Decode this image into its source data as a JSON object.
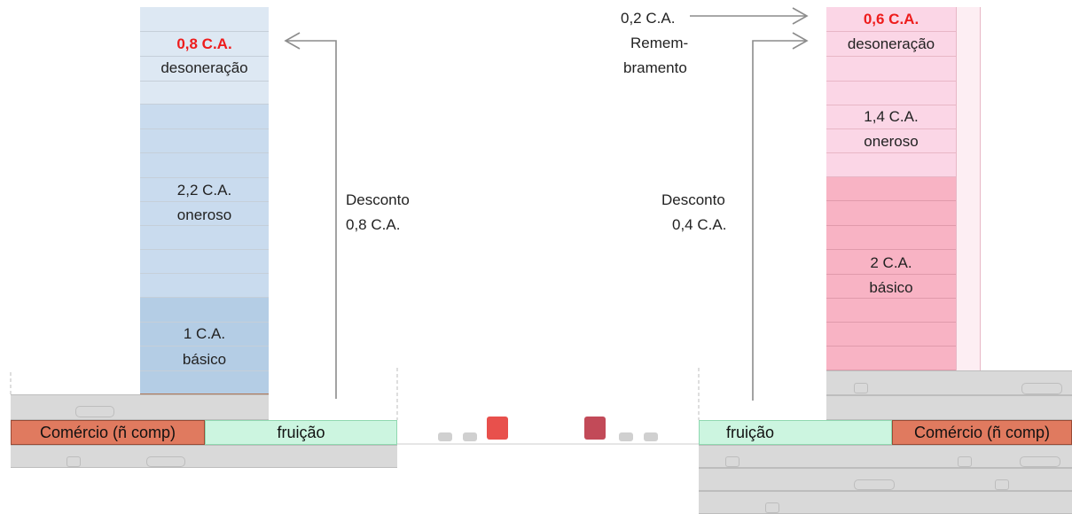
{
  "left_building": {
    "top_value": "0,8 C.A.",
    "top_desc": "desoneração",
    "mid_value": "2,2 C.A.",
    "mid_desc": "oneroso",
    "low_value": "1 C.A.",
    "low_desc": "básico",
    "discount_title": "Desconto",
    "discount_value": "0,8 C.A.",
    "commerce": "Comércio (ñ comp)",
    "fruicao": "fruição"
  },
  "right_building": {
    "top_value": "0,6 C.A.",
    "top_desc": "desoneração",
    "mid_value": "1,4 C.A.",
    "mid_desc": "oneroso",
    "low_value": "2 C.A.",
    "low_desc": "básico",
    "remembramento_value": "0,2 C.A.",
    "remembramento_line1": "Remem-",
    "remembramento_line2": "bramento",
    "discount_title": "Desconto",
    "discount_value": "0,4 C.A.",
    "commerce": "Comércio (ñ comp)",
    "fruicao": "fruição"
  },
  "colors": {
    "blue_light": "#dde8f3",
    "blue_mid": "#c9dbee",
    "blue_dark": "#b4cde5",
    "pink_light": "#fbd6e6",
    "pink_dark": "#f8b3c4",
    "commerce": "#e07a5f",
    "fruicao": "#ccf5e0",
    "emphasis": "#ee1c1c"
  }
}
